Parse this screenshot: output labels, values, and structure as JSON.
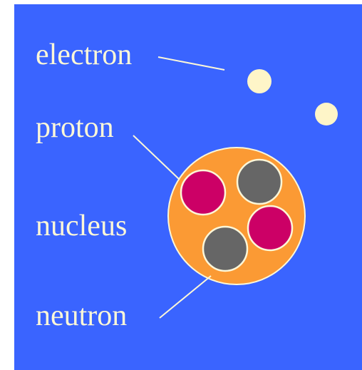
{
  "labels": {
    "electron": "electron",
    "proton": "proton",
    "nucleus": "nucleus",
    "neutron": "neutron"
  },
  "colors": {
    "background": "#3a64ff",
    "nucleus": "#fb9a34",
    "proton": "#cc0066",
    "neutron": "#666666",
    "electron": "#fef5c8",
    "outline": "#fcf7d8",
    "text": "#fcf7d8"
  }
}
